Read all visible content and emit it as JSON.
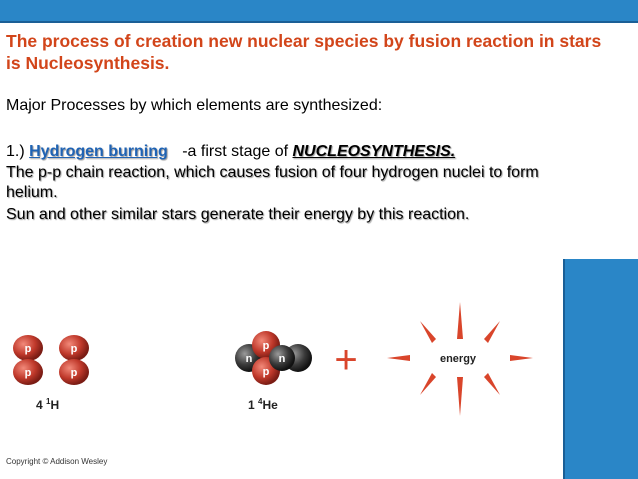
{
  "slide": {
    "title": "The process of creation new nuclear species by fusion reaction in stars is Nucleosynthesis.",
    "intro": "Major Processes by which elements are synthesized:",
    "item_number": "1.) ",
    "item_term": "Hydrogen burning",
    "item_desc": " -a first stage of ",
    "item_emph": "NUCLEOSYNTHESIS.",
    "line_pp": "The p-p chain reaction, which causes fusion of four hydrogen nuclei to form helium.",
    "line_sun": "Sun and other similar stars generate their energy by this reaction."
  },
  "figure": {
    "proton_letter": "p",
    "neutron_letter": "n",
    "plus_sign": "+",
    "energy_label": "energy",
    "reactant_count": "4",
    "reactant_mass": "1",
    "reactant_symbol": "H",
    "product_count": "1",
    "product_mass": "4",
    "product_symbol": "He",
    "copyright": "Copyright © Addison Wesley"
  },
  "colors": {
    "accent_blue": "#2a86c7",
    "title_orange": "#d2451a",
    "term_blue": "#1f63b4",
    "proton_red": "#c0392b",
    "neutron_dark": "#3a3a3a",
    "energy_red": "#d9452b"
  }
}
